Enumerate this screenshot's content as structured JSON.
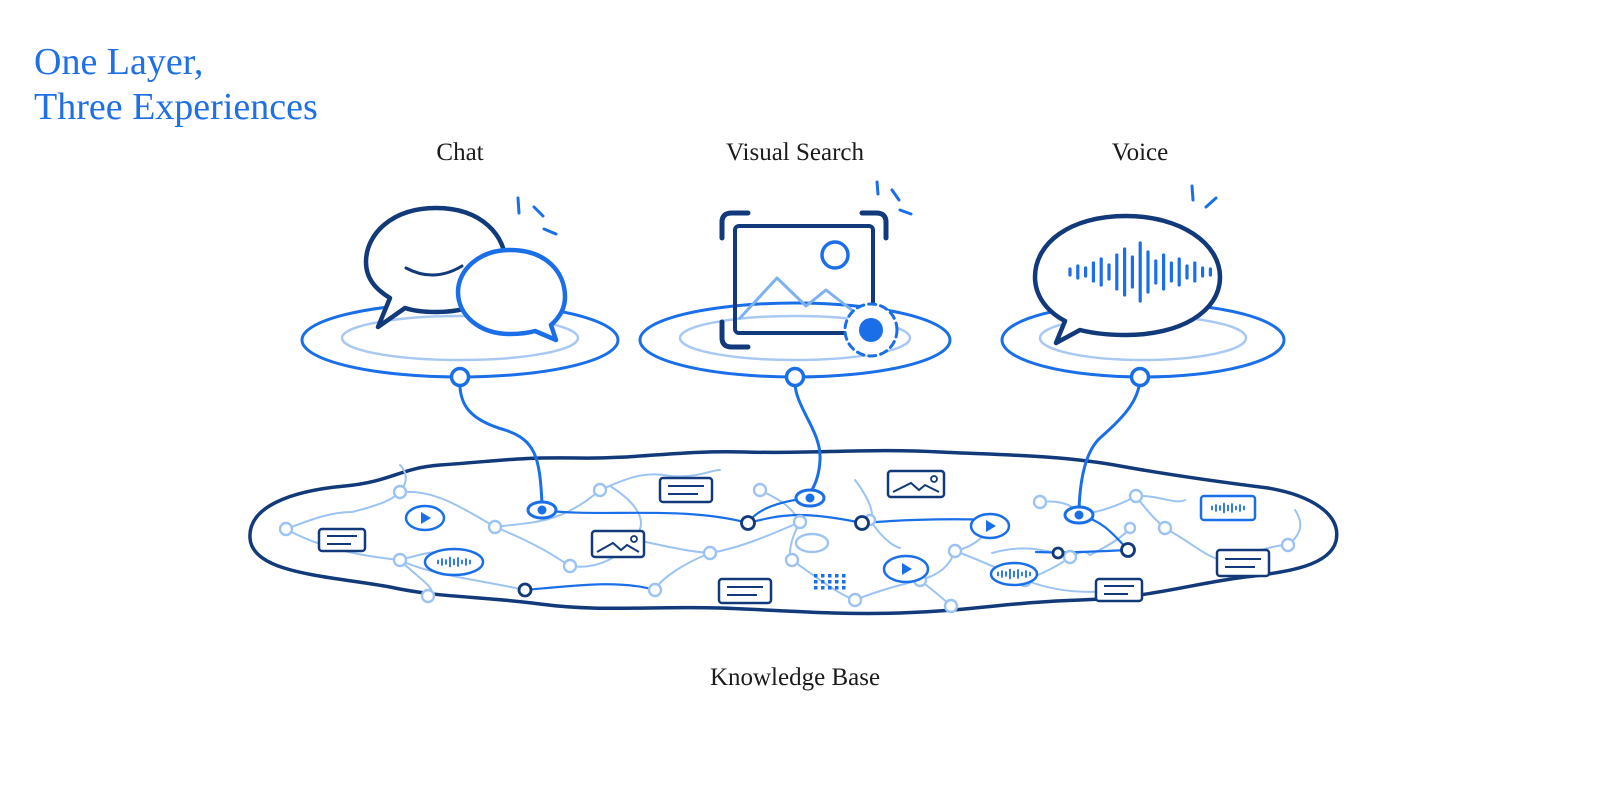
{
  "title": {
    "line1": "One Layer,",
    "line2": "Three Experiences"
  },
  "experiences": [
    {
      "label": "Chat",
      "icon": "chat-bubbles-icon"
    },
    {
      "label": "Visual Search",
      "icon": "image-scan-icon"
    },
    {
      "label": "Voice",
      "icon": "voice-waveform-icon"
    }
  ],
  "knowledge_base": {
    "label": "Knowledge Base",
    "content_icons": [
      "document-icon",
      "video-play-icon",
      "image-icon",
      "audio-wave-icon",
      "data-grid-icon"
    ]
  },
  "colors": {
    "title": "#1f6fe5",
    "primary": "#1a6fe8",
    "dark": "#123a7a",
    "light": "#9cc3f2",
    "text": "#1b1b1b"
  }
}
